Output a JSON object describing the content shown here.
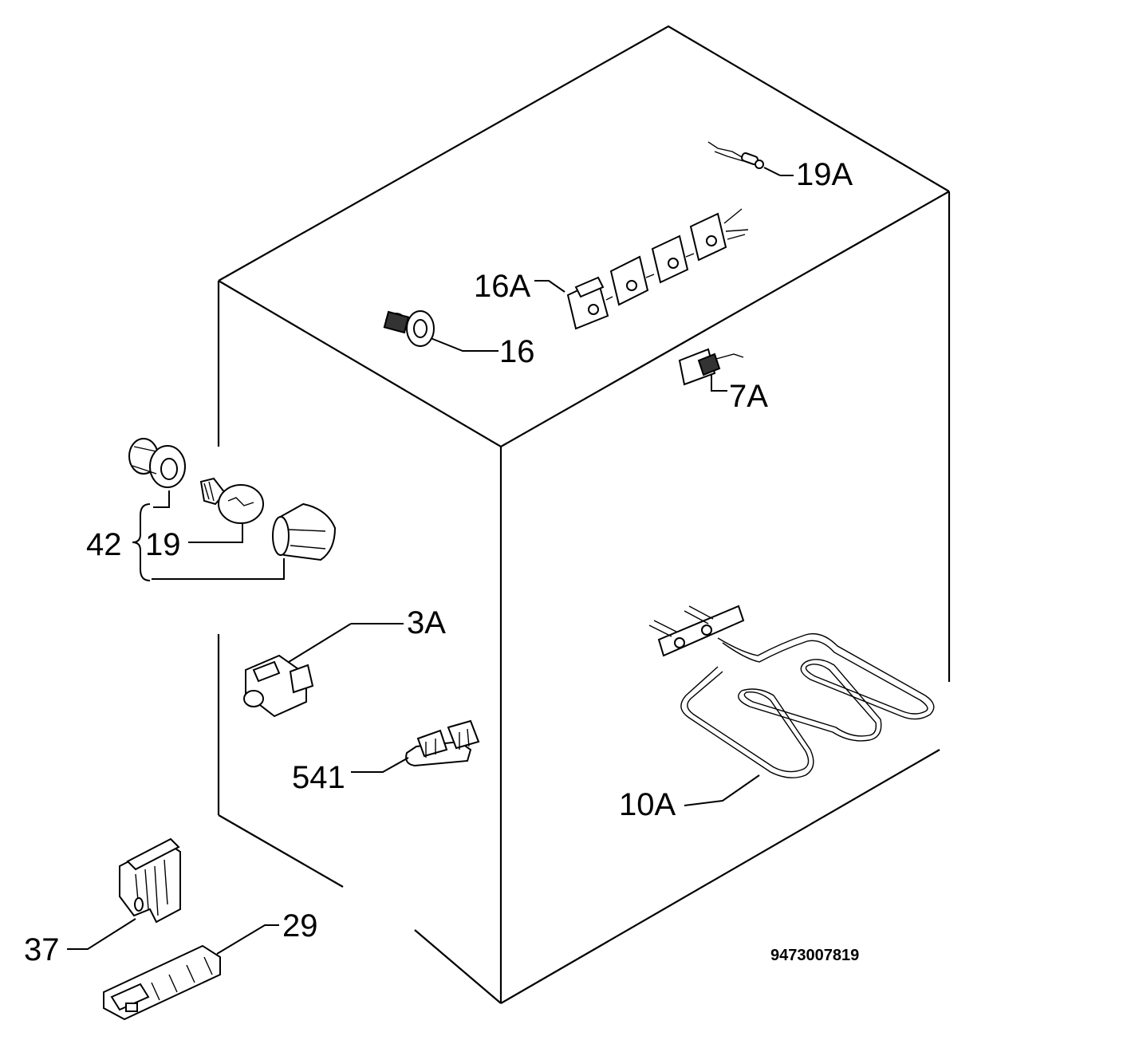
{
  "labels": {
    "l19a": "19A",
    "l16a": "16A",
    "l16": "16",
    "l7a": "7A",
    "l42": "42",
    "l19": "19",
    "l3a": "3A",
    "l541": "541",
    "l10a": "10A",
    "l37": "37",
    "l29": "29"
  },
  "diagram_code": "9473007819"
}
